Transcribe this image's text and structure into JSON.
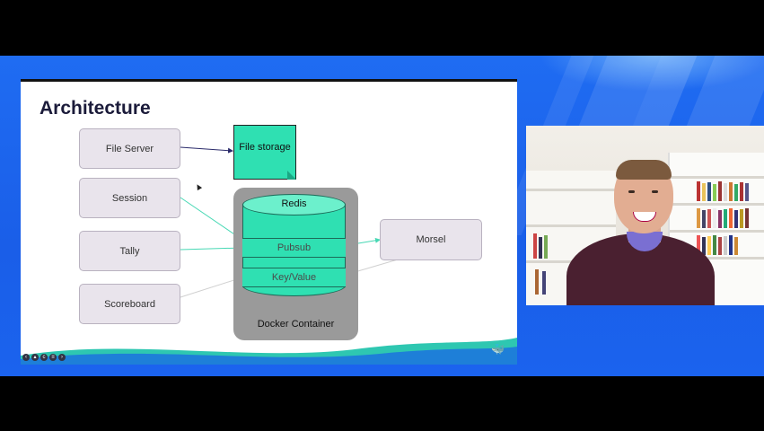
{
  "slide": {
    "title": "Architecture",
    "nodes": {
      "file_server": "File Server",
      "file_storage": "File storage",
      "session": "Session",
      "tally": "Tally",
      "scoreboard": "Scoreboard",
      "redis": "Redis",
      "pubsub": "Pubsub",
      "key_value": "Key/Value",
      "docker_container": "Docker Container",
      "morsel": "Morsel"
    },
    "controls": [
      "prev-icon",
      "pointer-icon",
      "cc-icon",
      "menu-icon",
      "next-icon"
    ]
  },
  "colors": {
    "accent_teal": "#2fe0b2",
    "node_fill": "#e9e4ec",
    "container_gray": "#9a9a9a",
    "background_blue": "#1f6cf2"
  }
}
